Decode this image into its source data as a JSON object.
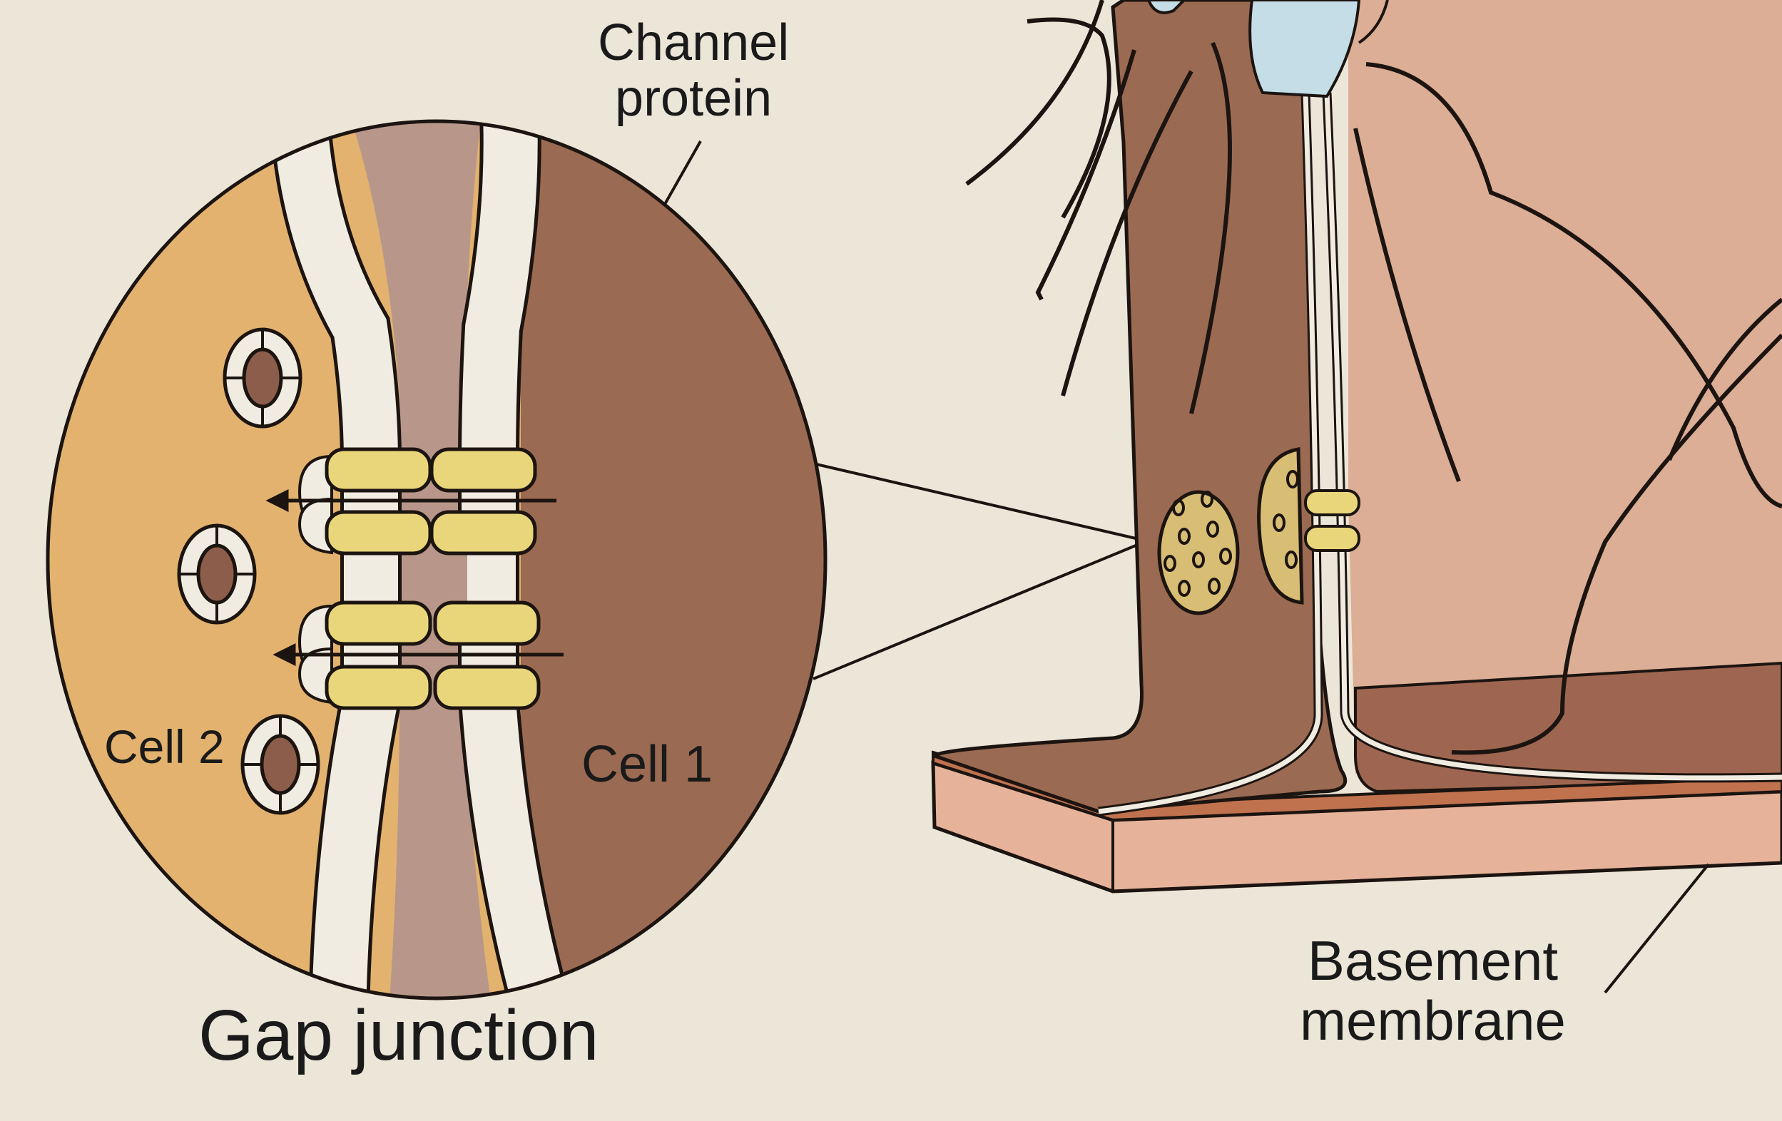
{
  "labels": {
    "channel_protein_line1": "Channel",
    "channel_protein_line2": "protein",
    "gap_junction": "Gap junction",
    "cell_2": "Cell 2",
    "cell_1": "Cell 1",
    "basement_line1": "Basement",
    "basement_line2": "membrane"
  },
  "colors": {
    "page_background": "#ece6d8",
    "cell_1": "#9b6a52",
    "cell_2": "#e2b26e",
    "intercellular_space": "#b8978a",
    "membrane": "#f1ece2",
    "connexon": "#e9d67a",
    "right_cell_light": "#dcae95",
    "basement_membrane": "#c0724f",
    "outline": "#1c1410"
  }
}
